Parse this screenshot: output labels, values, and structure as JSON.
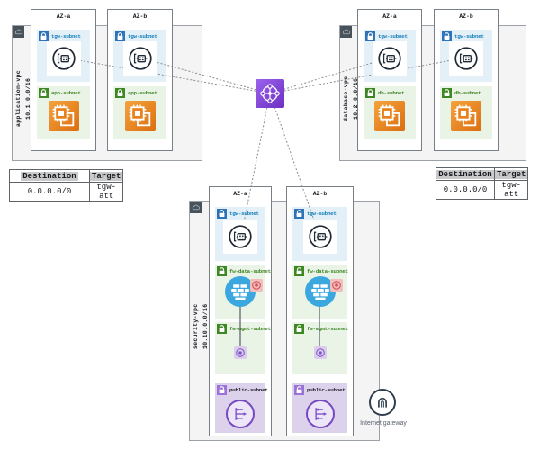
{
  "vpcs": [
    {
      "name": "application-vpc",
      "cidr": "10.1.0.0/16",
      "azs": [
        {
          "label": "AZ-a",
          "subnets": [
            {
              "label": "tgw-subnet"
            },
            {
              "label": "app-subnet"
            }
          ]
        },
        {
          "label": "AZ-b",
          "subnets": [
            {
              "label": "tgw-subnet"
            },
            {
              "label": "app-subnet"
            }
          ]
        }
      ]
    },
    {
      "name": "database-vpc",
      "cidr": "10.2.0.0/16",
      "azs": [
        {
          "label": "AZ-a",
          "subnets": [
            {
              "label": "tgw-subnet"
            },
            {
              "label": "db-subnet"
            }
          ]
        },
        {
          "label": "AZ-b",
          "subnets": [
            {
              "label": "tgw-subnet"
            },
            {
              "label": "db-subnet"
            }
          ]
        }
      ]
    },
    {
      "name": "security-vpc",
      "cidr": "10.10.0.0/16",
      "azs": [
        {
          "label": "AZ-a",
          "subnets": [
            {
              "label": "tgw-subnet"
            },
            {
              "label": "fw-data-subnet"
            },
            {
              "label": "fw-mgmt-subnet"
            },
            {
              "label": "public-subnet"
            }
          ]
        },
        {
          "label": "AZ-b",
          "subnets": [
            {
              "label": "tgw-subnet"
            },
            {
              "label": "fw-data-subnet"
            },
            {
              "label": "fw-mgmt-subnet"
            },
            {
              "label": "public-subnet"
            }
          ]
        }
      ]
    }
  ],
  "route_tables": [
    {
      "headers": [
        "Destination",
        "Target"
      ],
      "rows": [
        [
          "0.0.0.0/0",
          "tgw-att"
        ]
      ]
    },
    {
      "headers": [
        "Destination",
        "Target"
      ],
      "rows": [
        [
          "0.0.0.0/0",
          "tgw-att"
        ]
      ]
    }
  ],
  "internet_gateway": {
    "label": "Internet gateway"
  },
  "icons": {
    "vpc_corner": "cloud-icon",
    "subnet_header": "lock-icon",
    "tgw_subnet": "network-interface-attachment-icon",
    "compute_subnet": "ec2-instances-icon",
    "firewall": "network-firewall-icon",
    "firewall_endpoint": "firewall-endpoint-eni-icon",
    "mgmt": "network-interface-icon",
    "public": "nat-gateway-icon",
    "hub": "transit-gateway-icon",
    "edge": "internet-gateway-icon"
  },
  "colors": {
    "subnet_blue_fill": "#E4F0F8",
    "subnet_green_fill": "#E9F3E6",
    "subnet_purple_fill": "#DDD2EC",
    "label_blue": "#147EBA",
    "label_green": "#3F8624",
    "ec2_orange": "#E9801A",
    "firewall_blue": "#3AA7DE",
    "nat_purple": "#7648C2",
    "tgw_purple": "#7B3FD4",
    "igw_navy": "#2F3D4C"
  }
}
